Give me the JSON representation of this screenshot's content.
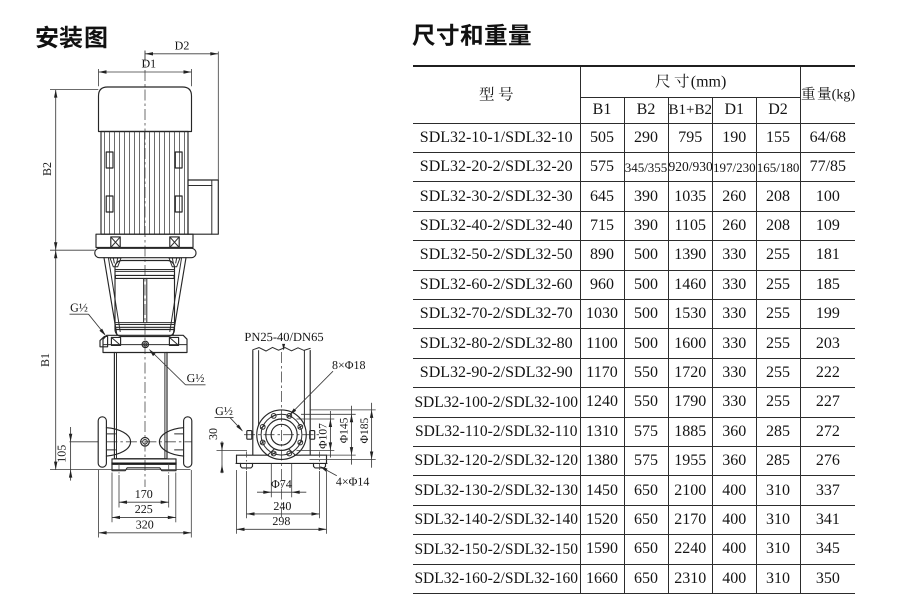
{
  "titles": {
    "diagram": "安装图",
    "table": "尺寸和重量"
  },
  "table": {
    "header": {
      "model": "型号",
      "size_group_cjk": "尺寸",
      "size_group_suffix": "(mm)",
      "weight_cjk": "重量",
      "weight_suffix": "(kg)",
      "columns": [
        "B1",
        "B2",
        "B1+B2",
        "D1",
        "D2"
      ]
    },
    "rows": [
      {
        "model": "SDL32-10-1/SDL32-10",
        "b1": "505",
        "b2": "290",
        "b1b2": "795",
        "d1": "190",
        "d2": "155",
        "weight": "64/68"
      },
      {
        "model": "SDL32-20-2/SDL32-20",
        "b1": "575",
        "b2": "345/355",
        "b1b2": "920/930",
        "d1": "197/230",
        "d2": "165/180",
        "weight": "77/85"
      },
      {
        "model": "SDL32-30-2/SDL32-30",
        "b1": "645",
        "b2": "390",
        "b1b2": "1035",
        "d1": "260",
        "d2": "208",
        "weight": "100"
      },
      {
        "model": "SDL32-40-2/SDL32-40",
        "b1": "715",
        "b2": "390",
        "b1b2": "1105",
        "d1": "260",
        "d2": "208",
        "weight": "109"
      },
      {
        "model": "SDL32-50-2/SDL32-50",
        "b1": "890",
        "b2": "500",
        "b1b2": "1390",
        "d1": "330",
        "d2": "255",
        "weight": "181"
      },
      {
        "model": "SDL32-60-2/SDL32-60",
        "b1": "960",
        "b2": "500",
        "b1b2": "1460",
        "d1": "330",
        "d2": "255",
        "weight": "185"
      },
      {
        "model": "SDL32-70-2/SDL32-70",
        "b1": "1030",
        "b2": "500",
        "b1b2": "1530",
        "d1": "330",
        "d2": "255",
        "weight": "199"
      },
      {
        "model": "SDL32-80-2/SDL32-80",
        "b1": "1100",
        "b2": "500",
        "b1b2": "1600",
        "d1": "330",
        "d2": "255",
        "weight": "203"
      },
      {
        "model": "SDL32-90-2/SDL32-90",
        "b1": "1170",
        "b2": "550",
        "b1b2": "1720",
        "d1": "330",
        "d2": "255",
        "weight": "222"
      },
      {
        "model": "SDL32-100-2/SDL32-100",
        "b1": "1240",
        "b2": "550",
        "b1b2": "1790",
        "d1": "330",
        "d2": "255",
        "weight": "227"
      },
      {
        "model": "SDL32-110-2/SDL32-110",
        "b1": "1310",
        "b2": "575",
        "b1b2": "1885",
        "d1": "360",
        "d2": "285",
        "weight": "272"
      },
      {
        "model": "SDL32-120-2/SDL32-120",
        "b1": "1380",
        "b2": "575",
        "b1b2": "1955",
        "d1": "360",
        "d2": "285",
        "weight": "276"
      },
      {
        "model": "SDL32-130-2/SDL32-130",
        "b1": "1450",
        "b2": "650",
        "b1b2": "2100",
        "d1": "400",
        "d2": "310",
        "weight": "337"
      },
      {
        "model": "SDL32-140-2/SDL32-140",
        "b1": "1520",
        "b2": "650",
        "b1b2": "2170",
        "d1": "400",
        "d2": "310",
        "weight": "341"
      },
      {
        "model": "SDL32-150-2/SDL32-150",
        "b1": "1590",
        "b2": "650",
        "b1b2": "2240",
        "d1": "400",
        "d2": "310",
        "weight": "345"
      },
      {
        "model": "SDL32-160-2/SDL32-160",
        "b1": "1660",
        "b2": "650",
        "b1b2": "2310",
        "d1": "400",
        "d2": "310",
        "weight": "350"
      }
    ]
  },
  "drawing": {
    "dims": {
      "d1": "D1",
      "d2": "D2",
      "b1": "B1",
      "b2": "B2",
      "v105": "105",
      "v170": "170",
      "v225": "225",
      "v320": "320",
      "v30": "30",
      "v240": "240",
      "v298": "298",
      "phi74": "Φ74",
      "phi107": "Φ107",
      "phi145": "Φ145",
      "phi185": "Φ185"
    },
    "labels": {
      "g12": "G½",
      "pn": "PN25-40/DN65",
      "bolt8": "8×Φ18",
      "bolt4": "4×Φ14"
    }
  },
  "colors": {
    "ink": "#1f1f1f",
    "line": "#2e2e2e",
    "background": "#ffffff"
  }
}
